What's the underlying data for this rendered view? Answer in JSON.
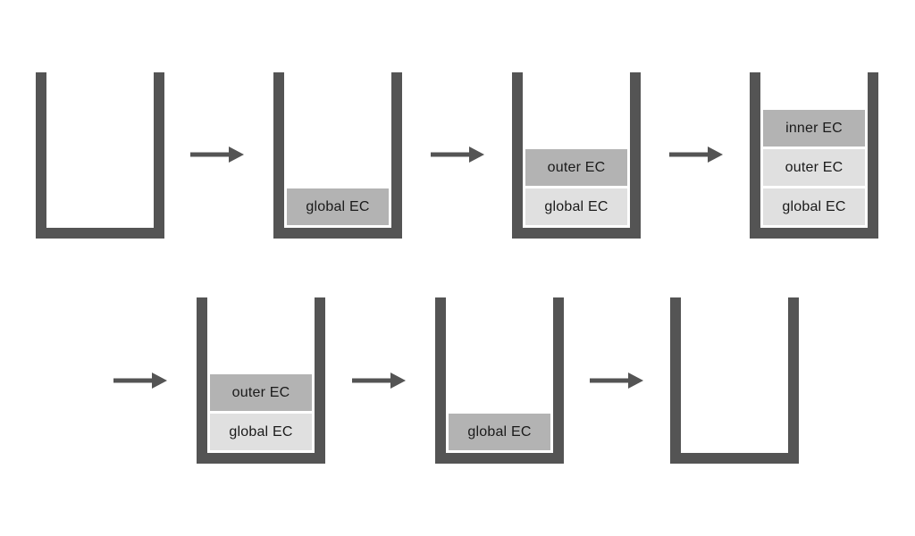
{
  "colors": {
    "background": "#ffffff",
    "stack-wall": "#545454",
    "arrow": "#545454",
    "block-active": "#b3b3b3",
    "block-inactive": "#e0e0e0",
    "block-text": "#1a1a1a"
  },
  "icons": {
    "arrow": "arrow-right-icon"
  },
  "stacks": [
    {
      "step": 1,
      "blocks": []
    },
    {
      "step": 2,
      "blocks": [
        {
          "label": "global EC",
          "state": "active"
        }
      ]
    },
    {
      "step": 3,
      "blocks": [
        {
          "label": "outer EC",
          "state": "active"
        },
        {
          "label": "global EC",
          "state": "inactive"
        }
      ]
    },
    {
      "step": 4,
      "blocks": [
        {
          "label": "inner EC",
          "state": "active"
        },
        {
          "label": "outer EC",
          "state": "inactive"
        },
        {
          "label": "global EC",
          "state": "inactive"
        }
      ]
    },
    {
      "step": 5,
      "blocks": [
        {
          "label": "outer EC",
          "state": "active"
        },
        {
          "label": "global EC",
          "state": "inactive"
        }
      ]
    },
    {
      "step": 6,
      "blocks": [
        {
          "label": "global EC",
          "state": "active"
        }
      ]
    },
    {
      "step": 7,
      "blocks": []
    }
  ]
}
